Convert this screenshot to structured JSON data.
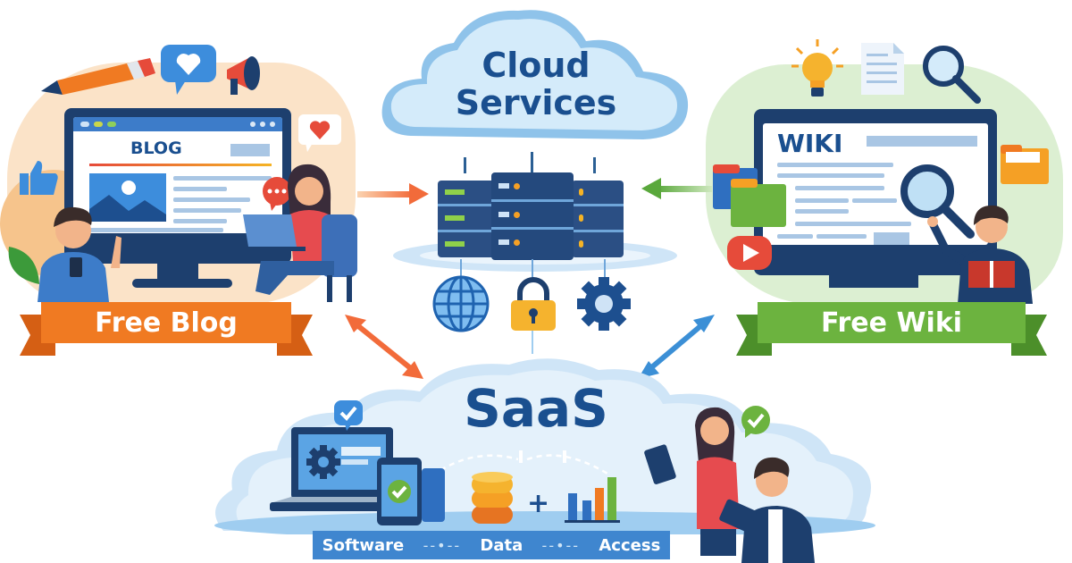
{
  "cloud_services": {
    "title_line1": "Cloud",
    "title_line2": "Services",
    "icons": [
      "server-rack-icon",
      "globe-icon",
      "lock-icon",
      "gear-icon"
    ]
  },
  "free_blog": {
    "screen_title": "BLOG",
    "banner_label": "Free Blog",
    "icons": [
      "pencil-icon",
      "heart-chat-icon",
      "megaphone-icon",
      "thumbs-up-icon",
      "heart-bubble-icon",
      "typing-bubble-icon"
    ],
    "colors": {
      "banner": "#f07a22",
      "banner_dark": "#d55f14",
      "backdrop": "#fbe3c8"
    }
  },
  "free_wiki": {
    "screen_title": "WIKI",
    "banner_label": "Free Wiki",
    "icons": [
      "lightbulb-icon",
      "document-icon",
      "magnifier-icon",
      "folder-icon",
      "play-icon"
    ],
    "colors": {
      "banner": "#6cb33f",
      "banner_dark": "#4c8f2a",
      "backdrop": "#dcefd2"
    }
  },
  "saas": {
    "title": "SaaS",
    "footer_items": [
      "Software",
      "Data",
      "Access"
    ],
    "plus_sign": "+",
    "icons": [
      "laptop-gear-icon",
      "phone-check-icon",
      "database-icon",
      "bar-chart-icon",
      "check-badge-icon"
    ],
    "colors": {
      "footer": "#3f86cf",
      "cloud": "#d9ebf8"
    }
  },
  "arrows": {
    "blog_to_cloud": "#f26b3a",
    "wiki_to_cloud": "#5aa83c",
    "blog_saas": "#f26b3a",
    "wiki_saas": "#3b8fd6"
  },
  "colors": {
    "title_blue": "#1a4f8f",
    "cloud_light": "#d4ebfa",
    "cloud_edge": "#8fc3ea"
  }
}
